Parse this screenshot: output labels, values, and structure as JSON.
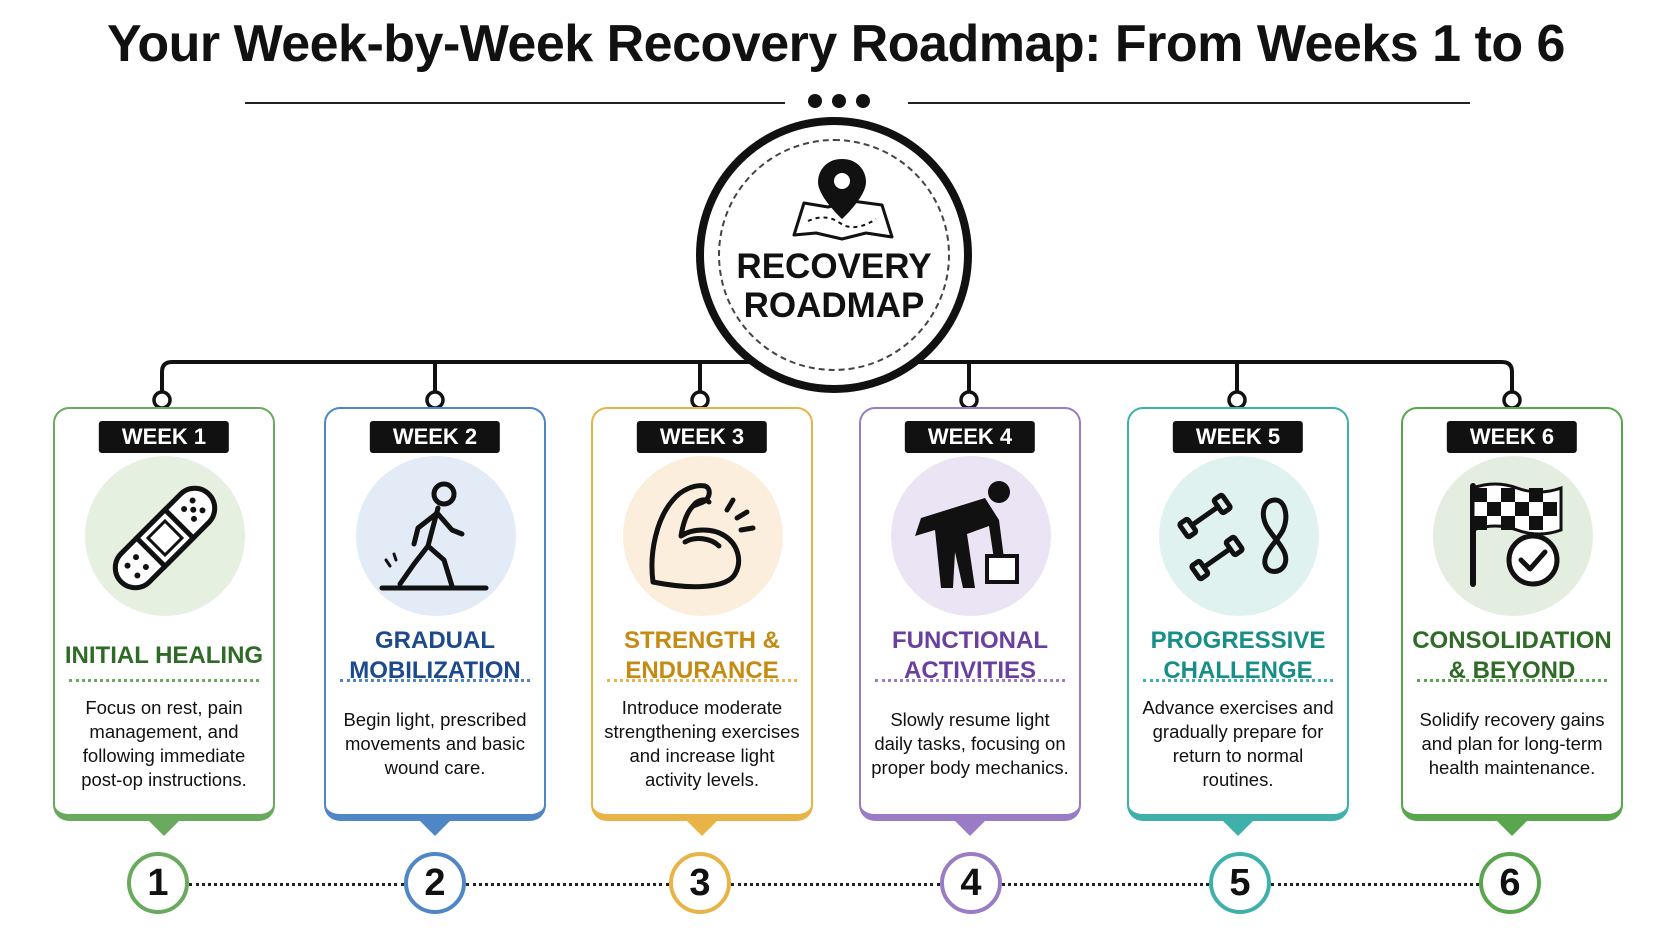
{
  "title": "Your Week-by-Week Recovery Roadmap: From Weeks 1 to 6",
  "hub": {
    "line1": "RECOVERY",
    "line2": "ROADMAP",
    "icon": "map-pin-icon"
  },
  "weeks": [
    {
      "badge": "WEEK 1",
      "title": "INITIAL HEALING",
      "desc": "Focus on rest, pain management, and following immediate post-op instructions.",
      "number": "1",
      "color": "#6aaa5e",
      "title_color": "#2f6b27",
      "tint": "#e6f0e1",
      "icon": "bandage-icon"
    },
    {
      "badge": "WEEK 2",
      "title": "GRADUAL MOBILIZATION",
      "desc": "Begin light, prescribed movements and basic wound care.",
      "number": "2",
      "color": "#4f86c6",
      "title_color": "#1d4a8c",
      "tint": "#e3ebf6",
      "icon": "walking-person-icon"
    },
    {
      "badge": "WEEK 3",
      "title": "STRENGTH & ENDURANCE",
      "desc": "Introduce moderate strengthening exercises and increase light activity levels.",
      "number": "3",
      "color": "#e8b447",
      "title_color": "#c58a12",
      "tint": "#fbeedd",
      "icon": "flexed-bicep-icon"
    },
    {
      "badge": "WEEK 4",
      "title": "FUNCTIONAL ACTIVITIES",
      "desc": "Slowly resume light daily tasks, focusing on proper body mechanics.",
      "number": "4",
      "color": "#9a7cc4",
      "title_color": "#6a3fa0",
      "tint": "#ebe4f4",
      "icon": "lifting-box-icon"
    },
    {
      "badge": "WEEK 5",
      "title": "PROGRESSIVE CHALLENGE",
      "desc": "Advance exercises and gradually prepare for return to normal routines.",
      "number": "5",
      "color": "#3fb1aa",
      "title_color": "#178f88",
      "tint": "#dff2ef",
      "icon": "dumbbells-band-icon"
    },
    {
      "badge": "WEEK 6",
      "title": "CONSOLIDATION & BEYOND",
      "desc": "Solidify recovery gains and plan for long-term health maintenance.",
      "number": "6",
      "color": "#5aa64e",
      "title_color": "#2f6b27",
      "tint": "#e3eee0",
      "icon": "checkered-flag-check-icon"
    }
  ]
}
